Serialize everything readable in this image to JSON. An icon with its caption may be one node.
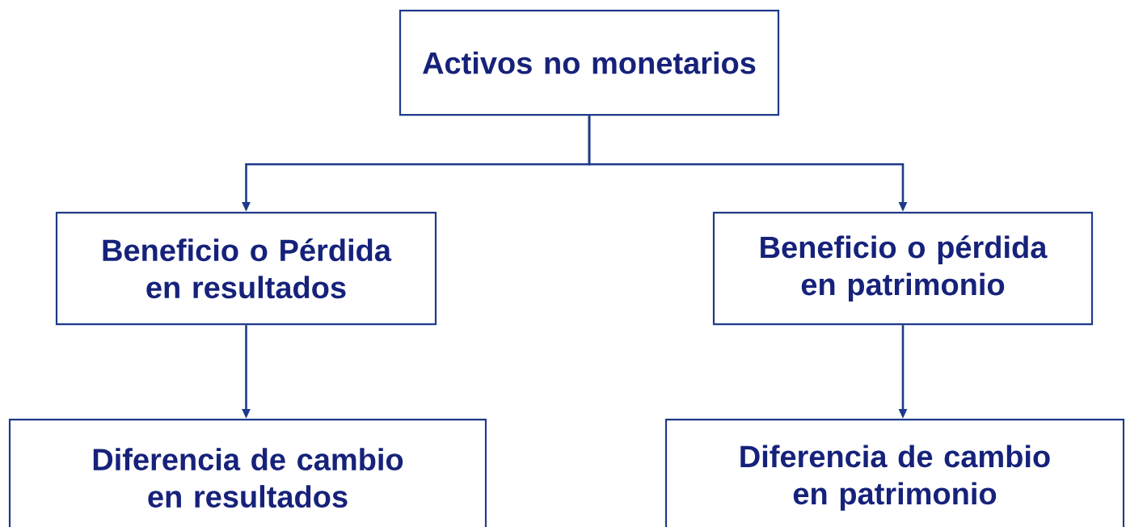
{
  "diagram": {
    "nodes": [
      {
        "text": [
          "Activos no monetarios"
        ]
      },
      {
        "text": [
          "Beneficio o Pérdida en resultados"
        ]
      },
      {
        "text": [
          "Beneficio o pérdida en patrimonio"
        ]
      },
      {
        "text": [
          "Diferencia de cambio en resultados"
        ]
      },
      {
        "text": [
          "Diferencia de cambio en patrimonio"
        ]
      }
    ],
    "edges": [
      {
        "from": 0,
        "to": 1,
        "arrow": "to"
      },
      {
        "from": 0,
        "to": 2,
        "arrow": "to"
      },
      {
        "from": 1,
        "to": 3,
        "arrow": "to"
      },
      {
        "from": 2,
        "to": 4,
        "arrow": "to"
      }
    ]
  }
}
